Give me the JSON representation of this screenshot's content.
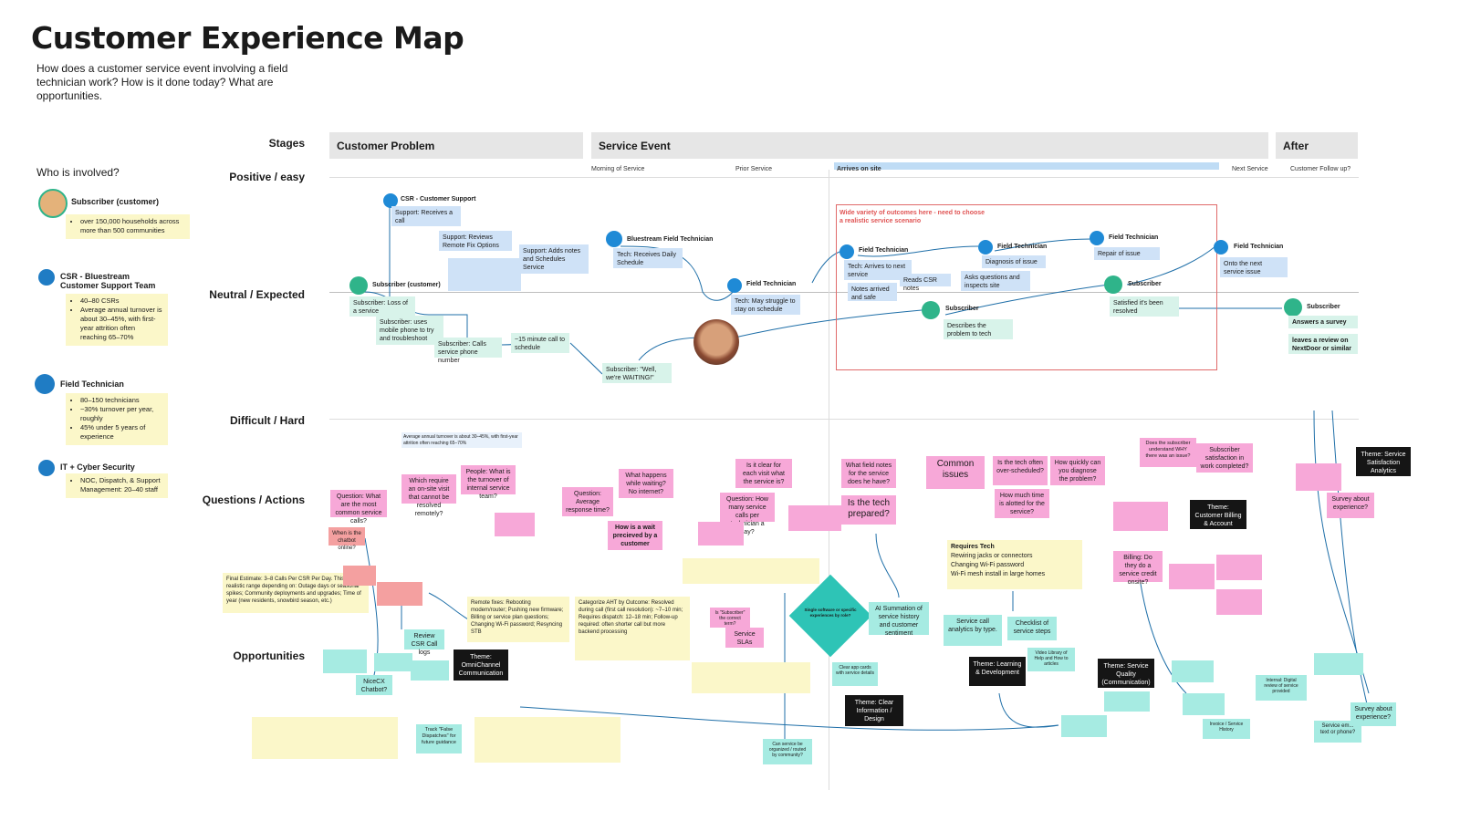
{
  "title": "Customer Experience Map",
  "subtitle": "How does a customer service event involving a field technician work? How is it done today? What are opportunities.",
  "rows": {
    "stages": "Stages",
    "positive": "Positive / easy",
    "neutral": "Neutral / Expected",
    "difficult": "Difficult / Hard",
    "questions": "Questions / Actions",
    "opportunities": "Opportunities"
  },
  "stages": [
    "Customer Problem",
    "Service Event",
    "After"
  ],
  "substages": [
    "Morning of Service",
    "Prior Service",
    "Arrives on site",
    "Next Service",
    "Customer Follow up?"
  ],
  "who": {
    "title": "Who is involved?",
    "roles": [
      {
        "name": "Subscriber (customer)",
        "notes": [
          "over 150,000 households across more than 500 communities"
        ]
      },
      {
        "name": "CSR - Bluestream Customer Support Team",
        "notes": [
          "40–80 CSRs",
          "Average annual turnover is about 30–45%, with first-year attrition often reaching 65–70%"
        ]
      },
      {
        "name": "Field Technician",
        "notes": [
          "80–150 technicians",
          "~30% turnover per year, roughly",
          "45% under 5 years of experience"
        ]
      },
      {
        "name": "IT + Cyber Security",
        "notes": [
          "NOC, Dispatch, & Support Management: 20–40 staff"
        ]
      }
    ]
  },
  "journey": {
    "csr": "CSR - Customer Support",
    "support_receives": "Support: Receives a call",
    "support_reviews": "Support: Reviews Remote Fix Options",
    "support_adds": "Support: Adds notes and Schedules Service",
    "sub1": "Subscriber (customer)",
    "sub_loss": "Subscriber: Loss of a service",
    "sub_mobile": "Subscriber: uses mobile phone to try and troubleshoot",
    "sub_calls": "Subscriber: Calls service phone number",
    "call15": "~15 minute call to schedule",
    "waiting": "Subscriber: \"Well, we're WAITING!\"",
    "bft": "Bluestream Field Technician",
    "bft_note": "Tech: Receives Daily Schedule",
    "ft1": "Field Technician",
    "ft1_note": "Tech: May struggle to stay on schedule",
    "warn": "Wide variety of outcomes here - need to choose a realistic service scenario",
    "ft2": "Field Technician",
    "ft2_note": "Tech: Arrives to next service",
    "notes_arrived": "Notes arrived and safe",
    "reads_csr": "Reads CSR notes",
    "ft3": "Field Technician",
    "ft3_note": "Diagnosis of issue",
    "asks": "Asks questions and inspects site",
    "ft4": "Field Technician",
    "ft4_note": "Repair of issue",
    "sub2": "Subscriber",
    "sub2_note": "Describes the problem to tech",
    "sub3": "Subscriber",
    "sub3_note": "Satisfied it's been resolved",
    "ft5": "Field Technician",
    "ft5_note": "Onto the next service issue",
    "sub4": "Subscriber",
    "sub4_a": "Answers a survey",
    "sub4_b": "leaves a review on NextDoor or similar"
  },
  "questions": {
    "q_turnover": "Average annual turnover is about 30–45%, with first-year attrition often reaching 65–70%",
    "q_common_calls": "Question: What are the most common service calls?",
    "q_remotely": "Which require an on-site visit that cannot be resolved remotely?",
    "q_people": "People: What is the turnover of internal service team?",
    "q_chatbot": "When is the chatbot online?",
    "q_avg_resp": "Question: Average response time?",
    "q_wait": "What happens while waiting? No internet?",
    "q_waitperceived": "How is a wait precieved by a customer",
    "q_clear": "Is it clear for each visit what the service is?",
    "q_howmany": "Question: How many service calls per technician a day?",
    "q_fieldnotes": "What field notes for the service does he have?",
    "q_prepared": "Is the tech prepared?",
    "q_common_issues": "Common issues",
    "q_overscheduled": "Is the tech often over-scheduled?",
    "q_diagnose": "How quickly can you diagnose the problem?",
    "q_time": "How much time is alotted for the service?",
    "q_understand": "Does the subscriber understand WHY there was an issue?",
    "q_satisfaction": "Subscriber satisfaction in work completed?",
    "q_billing_onsite": "Billing: Do they do a service credit onsite?",
    "q_survey": "Survey about experience?",
    "requires_tech": "Requires Tech",
    "requires_items": [
      "Rewiring jacks or connectors",
      "Changing Wi-Fi password",
      "Wi-Fi mesh install in large homes"
    ],
    "final_estimate": "Final Estimate: 3–8 Calls Per CSR Per Day. This is a realistic range depending on: Outage days or seasonal spikes; Community deployments and upgrades; Time of year (new residents, snowbird season, etc.)",
    "remote_fixes": "Remote fixes: Rebooting modem/router; Pushing new firmware; Billing or service plan questions; Changing Wi-Fi password; Resyncing STB",
    "categorize": "Categorize AHT by Outcome: Resolved during call (first call resolution): ~7–10 min; Requires dispatch: 12–18 min; Follow-up required: often shorter call but more backend processing"
  },
  "opportunities": {
    "review_csr": "Review CSR Call logs",
    "nicecx": "NiceCX Chatbot?",
    "omni": "Theme: OmniChannel Communication",
    "subscriber_correct": "Is \"Subscriber\" the correct term?",
    "sla": "Service SLAs",
    "clear_cards": "Clear app cards with service details",
    "ai_summary": "AI Summation of service history and customer sentiment",
    "single_software": "Single software or specific experiences by role?",
    "theme_clear": "Theme: Clear Information / Design",
    "analytics": "Service call analytics by type.",
    "checklist": "Checklist of service steps",
    "learning": "Theme: Learning & Development",
    "video": "Video Library of Help and How to articles",
    "quality": "Theme: Service Quality (Communication)",
    "billing_theme": "Theme: Customer Billing & Account Management",
    "invoice": "Invoice / Service History",
    "digital_review": "Internal: Digital review of service provided",
    "satisfaction_theme": "Theme: Service Satisfaction Analytics",
    "survey2": "Survey about experience?",
    "service_email": "Service em... text or phone?",
    "track": "Track \"False Dispatches\" for future guidance",
    "organized": "Can service be organized / routed by community?"
  }
}
